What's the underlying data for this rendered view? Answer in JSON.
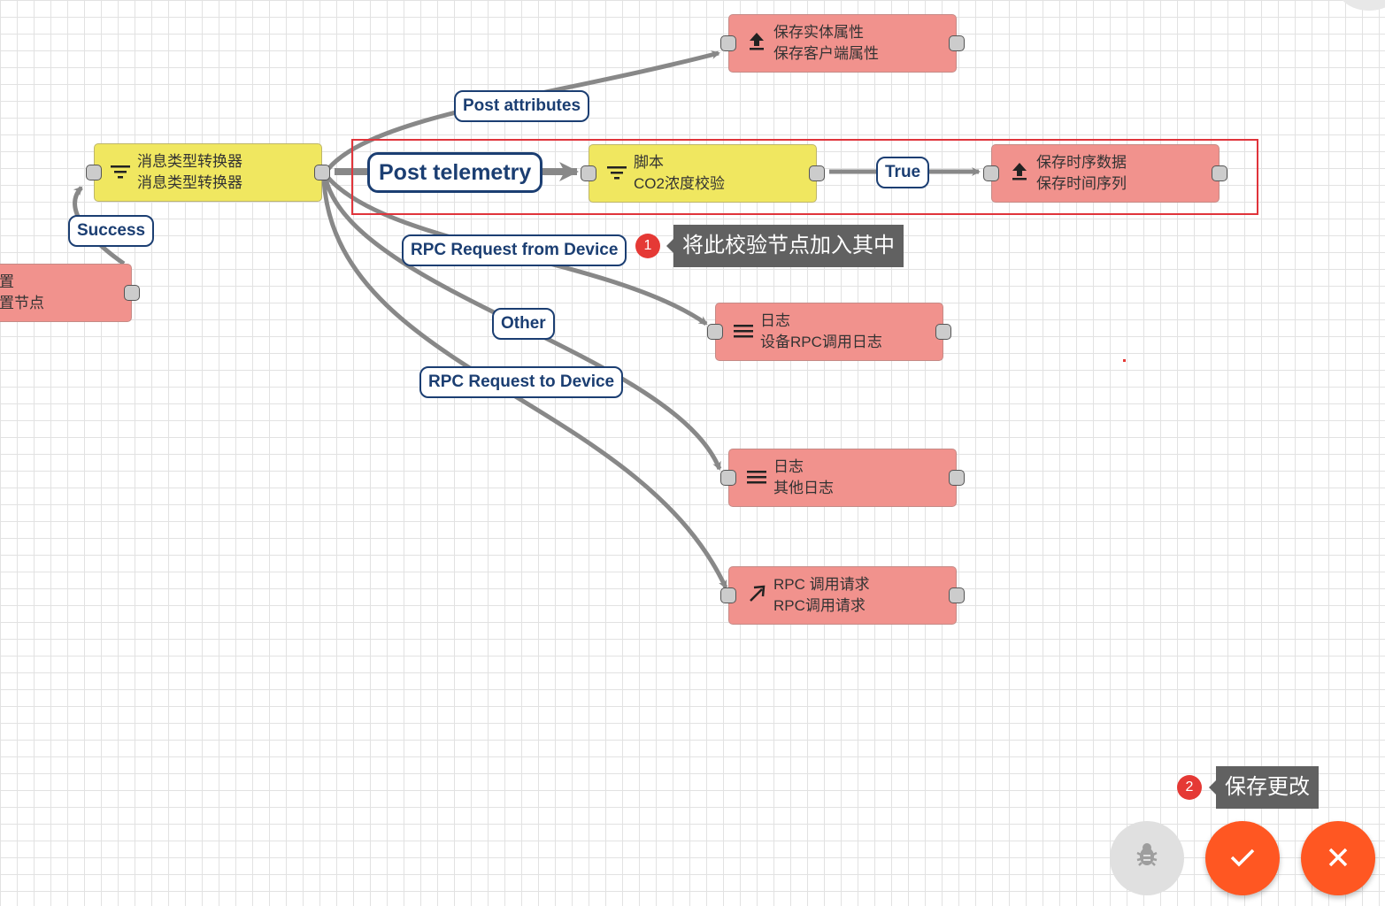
{
  "nodes": {
    "left_partial": {
      "line1": "置",
      "line2": "置节点"
    },
    "msg_converter": {
      "icon": "filter-icon",
      "line1": "消息类型转换器",
      "line2": "消息类型转换器"
    },
    "save_attrs": {
      "icon": "upload-icon",
      "line1": "保存实体属性",
      "line2": "保存客户端属性"
    },
    "script": {
      "icon": "filter-icon",
      "line1": "脚本",
      "line2": "CO2浓度校验"
    },
    "save_ts": {
      "icon": "upload-icon",
      "line1": "保存时序数据",
      "line2": "保存时间序列"
    },
    "log_rpc": {
      "icon": "menu-icon",
      "line1": "日志",
      "line2": "设备RPC调用日志"
    },
    "log_other": {
      "icon": "menu-icon",
      "line1": "日志",
      "line2": "其他日志"
    },
    "rpc_call": {
      "icon": "arrow-up-right-icon",
      "line1": "RPC 调用请求",
      "line2": "RPC调用请求"
    }
  },
  "edge_labels": {
    "success": "Success",
    "post_attributes": "Post attributes",
    "post_telemetry": "Post telemetry",
    "true": "True",
    "rpc_from_device": "RPC Request from Device",
    "other": "Other",
    "rpc_to_device": "RPC Request to Device"
  },
  "tooltips": {
    "step1": {
      "number": "1",
      "text": "将此校验节点加入其中"
    },
    "step2": {
      "number": "2",
      "text": "保存更改"
    }
  },
  "buttons": {
    "debug": {
      "icon": "bug-icon",
      "glyph": "🐞"
    },
    "apply": {
      "icon": "check-icon",
      "glyph": "✓"
    },
    "cancel": {
      "icon": "close-icon",
      "glyph": "✕"
    }
  },
  "colors": {
    "filter_node": "#f0e760",
    "action_node": "#f1928d",
    "edge": "#888888",
    "label_border": "#1b3e72",
    "highlight": "#e0343b",
    "fab": "#ff5722"
  }
}
